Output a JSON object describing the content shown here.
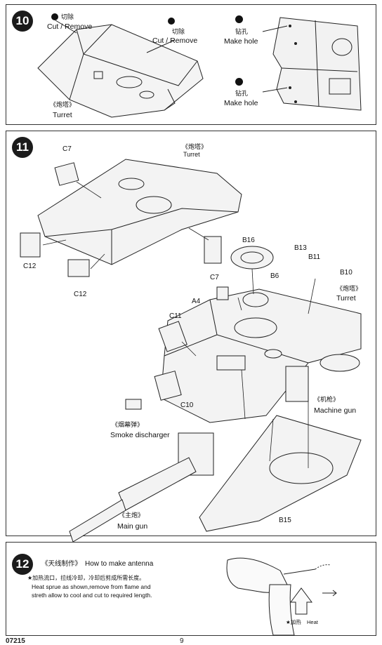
{
  "step10": {
    "number": "10",
    "cut_remove_1": {
      "cn": "切除",
      "en": "Cut / Remove"
    },
    "cut_remove_2": {
      "cn": "切除",
      "en": "Cut / Remove"
    },
    "turret": {
      "cn": "《炮塔》",
      "en": "Turret"
    },
    "make_hole_1": {
      "cn": "钻孔",
      "en": "Make hole"
    },
    "make_hole_2": {
      "cn": "钻孔",
      "en": "Make hole"
    }
  },
  "step11": {
    "number": "11",
    "turret_top": {
      "cn": "《炮塔》",
      "en": "Turret"
    },
    "turret_right": {
      "cn": "《炮塔》",
      "en": "Turret"
    },
    "machine_gun": {
      "cn": "《机枪》",
      "en": "Machine gun"
    },
    "smoke_discharger": {
      "cn": "《烟幕弹》",
      "en": "Smoke discharger"
    },
    "main_gun": {
      "cn": "《主炮》",
      "en": "Main gun"
    },
    "parts": {
      "c7_top": "C7",
      "c7_bottom": "C7",
      "c12_left": "C12",
      "c12_right": "C12",
      "b16": "B16",
      "b13": "B13",
      "b11": "B11",
      "b10": "B10",
      "b6": "B6",
      "a4": "A4",
      "c11": "C11",
      "c10": "C10",
      "b15": "B15"
    }
  },
  "step12": {
    "number": "12",
    "title_cn": "《天线制作》",
    "title_en": "How to make antenna",
    "line1_cn": "★加热流口，拉线冷却，冷却后剪成所需长度。",
    "line2_en": "Heat sprue as shown,remove from flame and",
    "line3_en": "streth allow to cool and cut to required length.",
    "heat_cn": "★加热",
    "heat_en": "Heat"
  },
  "footer": {
    "code": "07215",
    "page": "9"
  }
}
